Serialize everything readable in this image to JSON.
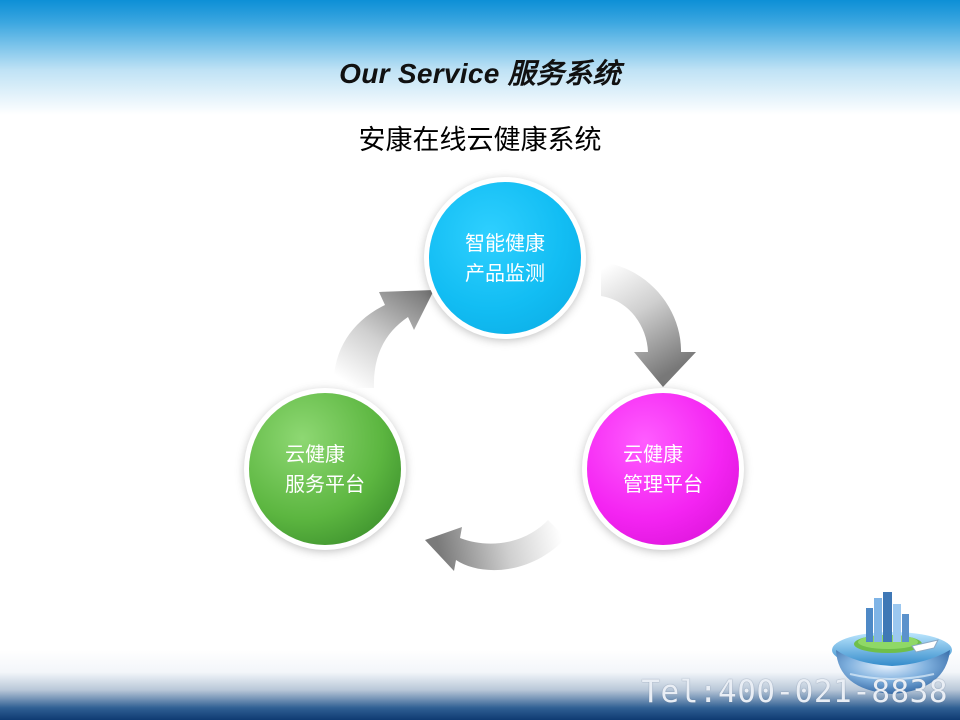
{
  "slide": {
    "title": "Our Service 服务系统",
    "subtitle": "安康在线云健康系统"
  },
  "diagram": {
    "nodes": [
      {
        "id": "top",
        "line1": "智能健康",
        "line2": "产品监测",
        "color": "#12bdf3"
      },
      {
        "id": "left",
        "line1": "云健康",
        "line2": "服务平台",
        "color": "#5cb640"
      },
      {
        "id": "right",
        "line1": "云健康",
        "line2": "管理平台",
        "color": "#f424f2"
      }
    ],
    "arrow_color": "#8a8a8a",
    "flow": "clockwise"
  },
  "footer": {
    "tel": "Tel:400-021-8838",
    "logo_icon": "city-island-globe-icon"
  }
}
